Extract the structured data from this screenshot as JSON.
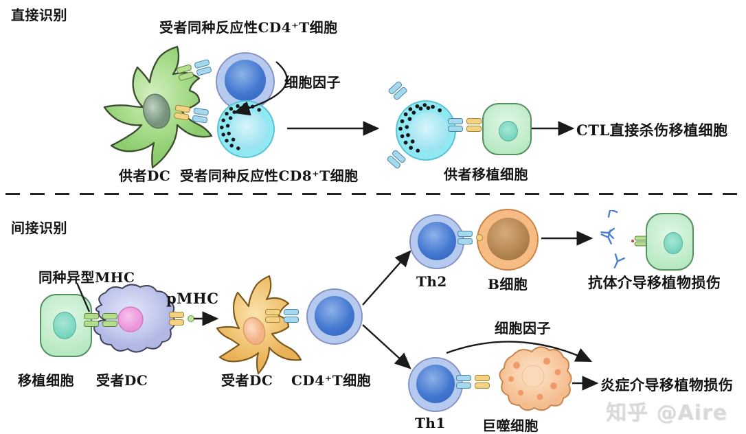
{
  "sections": {
    "direct": {
      "title": "直接识别",
      "cd4_t_label": "受者同种反应性CD4⁺T细胞",
      "cytokine_label": "细胞因子",
      "donor_dc_label": "供者DC",
      "cd8_t_label": "受者同种反应性CD8⁺T细胞",
      "donor_graft_cell_label": "供者移植细胞",
      "outcome_label": "CTL直接杀伤移植细胞"
    },
    "indirect": {
      "title": "间接识别",
      "allo_mhc_label": "同种异型MHC",
      "graft_cell_label": "移植细胞",
      "recipient_dc1_label": "受者DC",
      "pmhc_label": "pMHC",
      "recipient_dc2_label": "受者DC",
      "cd4_t_label": "CD4⁺T细胞",
      "th2_label": "Th2",
      "b_cell_label": "B细胞",
      "antibody_outcome_label": "抗体介导移植物损伤",
      "th1_label": "Th1",
      "macrophage_label": "巨噬细胞",
      "cytokine_label": "细胞因子",
      "inflammation_outcome_label": "炎症介导移植物损伤"
    },
    "watermark": "知乎 @Aire"
  },
  "palette": {
    "dc_green": "#a6d98c",
    "dc_orange": "#f2c576",
    "dc_lavender": "#c9cdee",
    "t_cell_blue": "#4478d0",
    "ctl_cyan": "#90e9f2",
    "graft_green": "#ace5ba",
    "b_cell_orange": "#f6bc84",
    "macrophage_peach": "#f8cba6",
    "antibody_blue": "#4a80d0",
    "mhc_green": "#b4dd8e",
    "tcr_blue": "#a5d8ec",
    "pmhc_yellow": "#f3d383",
    "arrow_black": "#1a1a1a"
  }
}
